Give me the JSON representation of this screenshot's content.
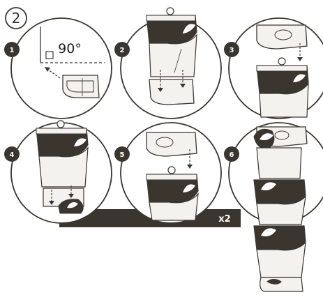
{
  "title": "2",
  "steps": [
    {
      "number": "1",
      "angle_label": "90°"
    },
    {
      "number": "2"
    },
    {
      "number": "3"
    },
    {
      "number": "4"
    },
    {
      "number": "5"
    },
    {
      "number": "6"
    }
  ],
  "multiplier": "x2",
  "colors": {
    "stroke": "#3a3632",
    "dark_fill": "#3b3530",
    "light_fill": "#f4f2ef",
    "badge": "#3b3530"
  }
}
